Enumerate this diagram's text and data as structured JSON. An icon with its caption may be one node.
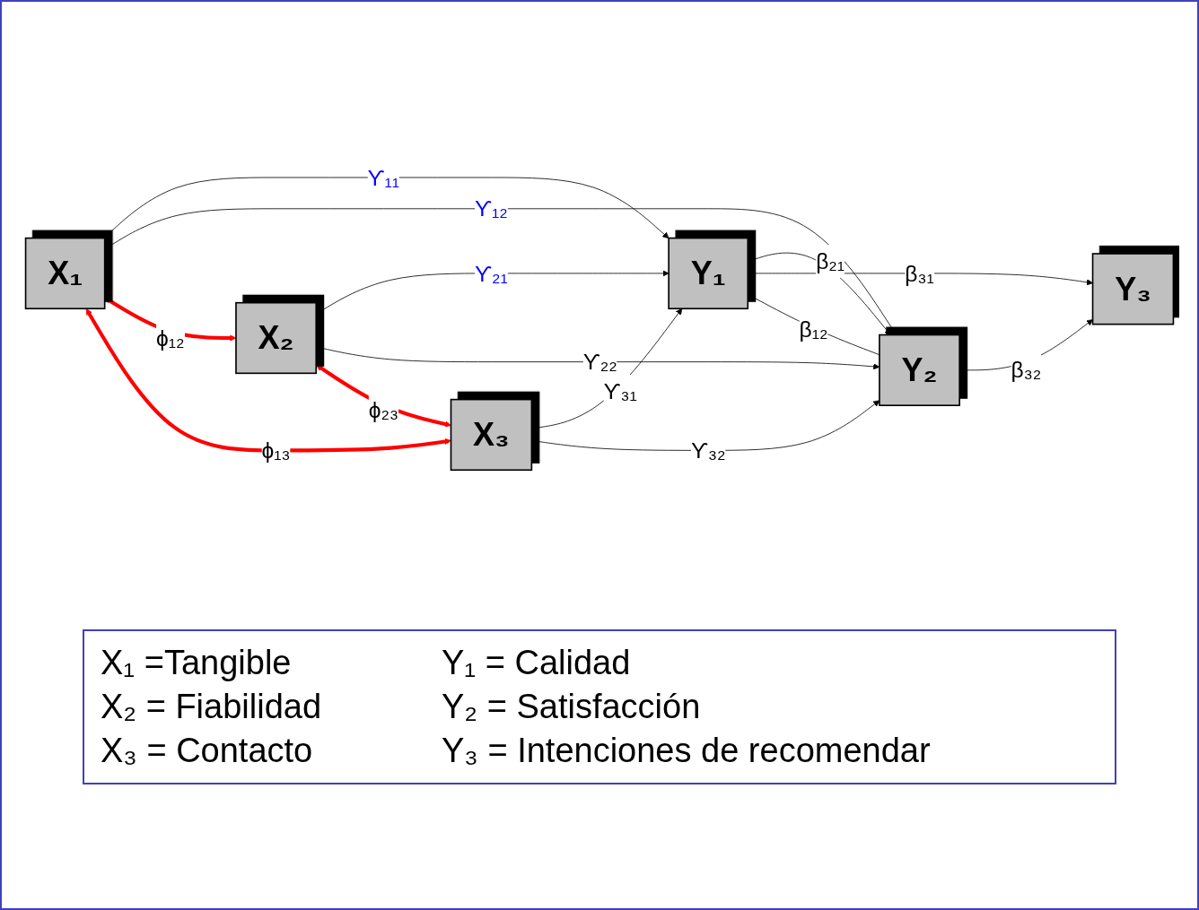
{
  "diagram": {
    "nodes": [
      {
        "text": [
          "X₁"
        ]
      },
      {
        "text": [
          "X₂"
        ]
      },
      {
        "text": [
          "X₃"
        ]
      },
      {
        "text": [
          "Y₁"
        ]
      },
      {
        "text": [
          "Y₂"
        ]
      },
      {
        "text": [
          "Y₃"
        ]
      }
    ],
    "edges": [
      {
        "from": 0,
        "to": 3,
        "arrow": "to",
        "label": "ϒ₁₁"
      },
      {
        "from": 0,
        "to": 4,
        "arrow": "to",
        "label": "ϒ₁₂"
      },
      {
        "from": 1,
        "to": 3,
        "arrow": "to",
        "label": "ϒ₂₁"
      },
      {
        "from": 1,
        "to": 4,
        "arrow": "to",
        "label": "ϒ₂₂"
      },
      {
        "from": 2,
        "to": 3,
        "arrow": "to",
        "label": "ϒ₃₁"
      },
      {
        "from": 2,
        "to": 4,
        "arrow": "to",
        "label": "ϒ₃₂"
      },
      {
        "from": 3,
        "to": 4,
        "arrow": "to",
        "label": "β₂₁"
      },
      {
        "from": 4,
        "to": 3,
        "arrow": "to",
        "label": "β₁₂"
      },
      {
        "from": 3,
        "to": 5,
        "arrow": "to",
        "label": "β₃₁"
      },
      {
        "from": 4,
        "to": 5,
        "arrow": "to",
        "label": "β₃₂"
      },
      {
        "from": 0,
        "to": 1,
        "arrow": "both",
        "label": "ϕ₁₂",
        "style": "thick",
        "color": "#ff0000"
      },
      {
        "from": 0,
        "to": 2,
        "arrow": "both",
        "label": "ϕ₁₃",
        "style": "thick",
        "color": "#ff0000"
      },
      {
        "from": 1,
        "to": 2,
        "arrow": "both",
        "label": "ϕ₂₃",
        "style": "thick",
        "color": "#ff0000"
      }
    ],
    "labels": [
      "X₁ =Tangible",
      "Y₁ = Calidad",
      "X₂ = Fiabilidad",
      "Y₂ = Satisfacción",
      "X₃ = Contacto",
      "Y₃ = Intenciones de recomendar"
    ]
  }
}
